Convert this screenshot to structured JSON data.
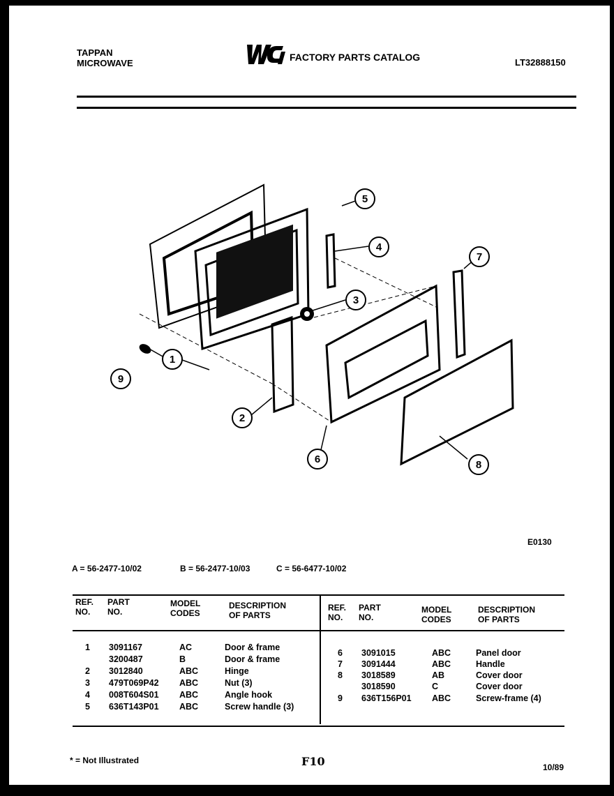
{
  "header": {
    "brand_line1": "TAPPAN",
    "brand_line2": "MICROWAVE",
    "catalog_title": "FACTORY PARTS CATALOG",
    "catalog_number": "LT32888150"
  },
  "diagram": {
    "callouts": [
      "1",
      "2",
      "3",
      "4",
      "5",
      "6",
      "7",
      "8",
      "9"
    ],
    "drawing_code": "E0130"
  },
  "model_codes": [
    {
      "text": "A = 56-2477-10/02"
    },
    {
      "text": "B = 56-2477-10/03"
    },
    {
      "text": "C = 56-6477-10/02"
    }
  ],
  "table": {
    "headers": {
      "ref_line1": "REF.",
      "ref_line2": "NO.",
      "part_line1": "PART",
      "part_line2": "NO.",
      "model_line1": "MODEL",
      "model_line2": "CODES",
      "desc_line1": "DESCRIPTION",
      "desc_line2": "OF PARTS"
    },
    "left_rows": [
      {
        "ref": "1",
        "part": "3091167",
        "model": "AC",
        "desc": "Door & frame"
      },
      {
        "ref": "",
        "part": "3200487",
        "model": "B",
        "desc": "Door & frame"
      },
      {
        "ref": "2",
        "part": "3012840",
        "model": "ABC",
        "desc": "Hinge"
      },
      {
        "ref": "3",
        "part": "479T069P42",
        "model": "ABC",
        "desc": "Nut (3)"
      },
      {
        "ref": "4",
        "part": "008T604S01",
        "model": "ABC",
        "desc": "Angle hook"
      },
      {
        "ref": "5",
        "part": "636T143P01",
        "model": "ABC",
        "desc": "Screw handle (3)"
      }
    ],
    "right_rows": [
      {
        "ref": "6",
        "part": "3091015",
        "model": "ABC",
        "desc": "Panel door"
      },
      {
        "ref": "7",
        "part": "3091444",
        "model": "ABC",
        "desc": "Handle"
      },
      {
        "ref": "8",
        "part": "3018589",
        "model": "AB",
        "desc": "Cover door"
      },
      {
        "ref": "",
        "part": "3018590",
        "model": "C",
        "desc": "Cover door"
      },
      {
        "ref": "9",
        "part": "636T156P01",
        "model": "ABC",
        "desc": "Screw-frame (4)"
      }
    ]
  },
  "footer": {
    "note": "* = Not Illustrated",
    "page": "F10",
    "date": "10/89"
  }
}
